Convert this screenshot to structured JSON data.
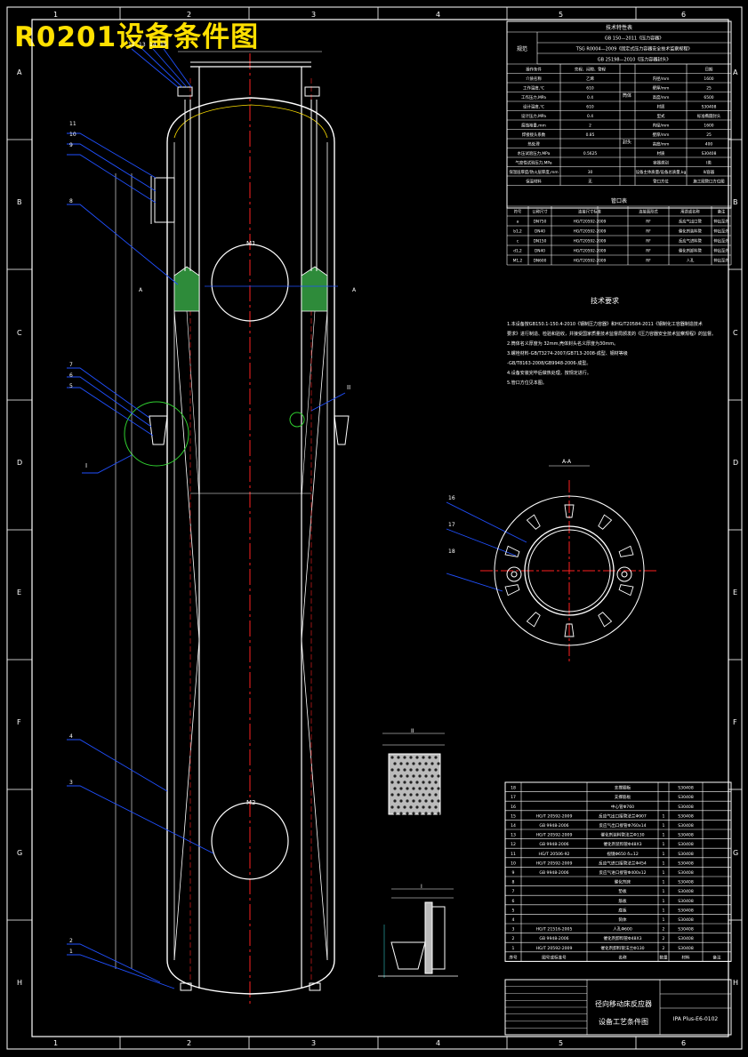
{
  "drawing_title": "R0201设备条件图",
  "colors": {
    "background": "#000000",
    "title": "#ffe000",
    "outline": "#ffffff",
    "centerline": "#ff2020",
    "leader": "#2050ff",
    "packing": "#2e8b3a",
    "circle_highlight": "#30d030",
    "dim": "#30c0c0"
  },
  "border": {
    "col_labels": [
      "1",
      "2",
      "3",
      "4",
      "5",
      "6"
    ],
    "row_labels": [
      "A",
      "B",
      "C",
      "D",
      "E",
      "F",
      "G",
      "H"
    ]
  },
  "tech_table": {
    "title": "技术特性表",
    "spec_label": "规范",
    "specs": [
      "GB 150—2011《压力容器》",
      "TSG R0004—2009《固定式压力容器安全技术监察规程》",
      "GB 25198—2010《压力容器封头》"
    ],
    "header": [
      "操作条件",
      "壳程、间隙、管程",
      "",
      "",
      "日期"
    ],
    "rows": [
      [
        "介质名称",
        "乙烯",
        "",
        "内径/mm",
        "1600"
      ],
      [
        "工作温度,℃",
        "610",
        "",
        "壁厚/mm",
        "25"
      ],
      [
        "工作压力,MPa",
        "0.4",
        "",
        "高度/mm",
        "6500"
      ],
      [
        "设计温度,℃",
        "610",
        "",
        "材质",
        "S30408"
      ],
      [
        "设计压力,MPa",
        "0.4",
        "",
        "型式",
        "标准椭圆封头"
      ],
      [
        "腐蚀裕量,mm",
        "2",
        "",
        "内径/mm",
        "1600"
      ],
      [
        "焊接接头系数",
        "0.85",
        "",
        "壁厚/mm",
        "25"
      ],
      [
        "热处理",
        "",
        "",
        "高度/mm",
        "400"
      ],
      [
        "水压试验压力,MPa",
        "0.5625",
        "",
        "材质",
        "S30408"
      ],
      [
        "气密性试验压力,MPa",
        "",
        "",
        "容器类别",
        "Ⅰ类"
      ],
      [
        "保温层厚度/防火层厚度,mm",
        "30",
        "",
        "设备主体质量/设备总质量,kg",
        "Ⅱ/容器"
      ],
      [
        "保温材料",
        "无",
        "",
        "管口方位",
        "施工图管口方位图"
      ]
    ],
    "side_labels": [
      "筒体",
      "封头"
    ]
  },
  "nozzle_table": {
    "title": "管口表",
    "header": [
      "符号",
      "公称尺寸",
      "连接尺寸标准",
      "连接面形式",
      "用途或名称",
      "备注"
    ],
    "rows": [
      [
        "a",
        "DN750",
        "HG/T20592-2009",
        "RF",
        "反应气出口管",
        "伸出至外"
      ],
      [
        "b1,2",
        "DN40",
        "HG/T20592-2009",
        "RF",
        "催化剂装料管",
        "伸出至外"
      ],
      [
        "c",
        "DN150",
        "HG/T20592-2009",
        "RF",
        "反应气进料管",
        "伸出至外"
      ],
      [
        "d1,2",
        "DN40",
        "HG/T20592-2009",
        "RF",
        "催化剂卸料管",
        "伸出至外"
      ],
      [
        "M1,2",
        "DN600",
        "HG/T20592-2009",
        "RF",
        "人孔",
        "伸出至外"
      ]
    ]
  },
  "tech_req": {
    "title": "技术要求",
    "lines": [
      "1.本设备按GB150.1-150.4-2010《钢制压力容器》和HG/T20584-2011《钢制化工容器制造技术",
      "要求》进行制造、检验和验收，并接受国家质量技术监督局颁发的《压力容器安全技术监察规程》的监督。",
      "2.筒体名义厚度为 32mm,壳体封头名义厚度为30mm。",
      "3.螺栓材料-GB/T3274-2007/GB713-2008-成型、钢材等级",
      "-GB/T8163-2008/GB9948-2006-成型。",
      "4.设备安装完毕后做热处理，按规定进行。",
      "5.管口方位见本图。"
    ]
  },
  "parts_table": {
    "rows": [
      [
        "18",
        "",
        "支撑圈板",
        "",
        "S30408"
      ],
      [
        "17",
        "",
        "支撑筋板",
        "",
        "S30408"
      ],
      [
        "16",
        "",
        "中心管Φ760",
        "",
        "S30408"
      ],
      [
        "15",
        "HG/T 20592-2009",
        "反应气出口接管法兰Φ907",
        "1",
        "S30408"
      ],
      [
        "14",
        "GB 9948-2006",
        "反应气出口接管Φ760x14",
        "1",
        "S30408"
      ],
      [
        "13",
        "HG/T 20592-2009",
        "催化剂装料管法兰Φ130",
        "1",
        "S30408"
      ],
      [
        "12",
        "GB 9948-2006",
        "催化剂装料管Φ48X3",
        "1",
        "S30408"
      ],
      [
        "11",
        "HG/T 20506-92",
        "视镜Φ650 δ=12",
        "1",
        "S30408"
      ],
      [
        "10",
        "HG/T 20592-2009",
        "反应气进口接管法兰Φ454",
        "1",
        "S30408"
      ],
      [
        "9",
        "GB 9948-2006",
        "反应气进口接管Φ400x12",
        "1",
        "S30408"
      ],
      [
        "8",
        "",
        "催化剂床",
        "1",
        "S30408"
      ],
      [
        "7",
        "",
        "垫板",
        "1",
        "S30408"
      ],
      [
        "6",
        "",
        "筋板",
        "1",
        "S30408"
      ],
      [
        "5",
        "",
        "底板",
        "1",
        "S30408"
      ],
      [
        "4",
        "",
        "筒体",
        "1",
        "S30408"
      ],
      [
        "3",
        "HG/T 21516-2005",
        "人孔Φ600",
        "2",
        "S30408"
      ],
      [
        "2",
        "GB 9948-2006",
        "催化剂卸料管Φ48X3",
        "2",
        "S30408"
      ],
      [
        "1",
        "HG/T 20592-2009",
        "催化剂卸料管法兰Φ130",
        "2",
        "S30408"
      ]
    ],
    "header": [
      "序号",
      "图号或标准号",
      "名称",
      "数量",
      "材料",
      "备注"
    ]
  },
  "title_block": {
    "name_line1": "径向移动床反应器",
    "name_line2": "设备工艺条件图",
    "drawing_no": "IPA Plus-E6-0102"
  },
  "views": {
    "detail_ii": "II",
    "detail_i": "I",
    "section_aa": "A-A",
    "manhole_top": "M1",
    "manhole_bottom": "M2",
    "section_mark_a": "A",
    "detail_mark_i": "I",
    "detail_mark_ii": "II"
  },
  "leader_numbers": {
    "left_upper": [
      "11",
      "10",
      "9"
    ],
    "left_mid": [
      "8"
    ],
    "left_det": [
      "7",
      "6",
      "5"
    ],
    "left_lower": [
      "4",
      "3"
    ],
    "left_bottom": [
      "2",
      "1"
    ],
    "section": [
      "16",
      "17",
      "18"
    ],
    "top": [
      "12",
      "13",
      "14",
      "15"
    ]
  }
}
